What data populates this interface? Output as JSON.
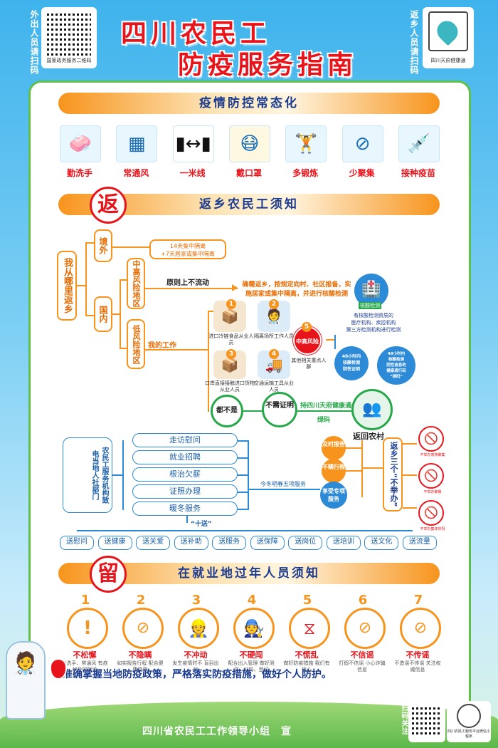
{
  "header": {
    "title_line1": "四川农民工",
    "title_line2": "防疫服务指南",
    "left_qr_side": "外出人员请扫码",
    "left_qr_caption": "国家政务服务二维码",
    "right_qr_side": "返乡人员请扫码",
    "right_qr_caption": "四川天府健康通"
  },
  "section1": {
    "banner": "疫情防控常态化",
    "items": [
      "勤洗手",
      "常通风",
      "一米线",
      "戴口罩",
      "多锻炼",
      "少聚集",
      "接种疫苗"
    ]
  },
  "section2": {
    "seal": "返",
    "banner": "返乡农民工须知",
    "origin": "我从哪里返乡",
    "abroad": "境外",
    "domestic": "国内",
    "abroad_rule": [
      "14天集中隔离",
      "+7天居家或集中隔离"
    ],
    "mid_high": "中高风险地区",
    "mid_high_rule": "原则上不流动",
    "mid_high_detail": [
      "确需返乡，按规定向村、社区报备，实",
      "施居家或集中隔离，并进行核酸检测"
    ],
    "low": "低风险地区",
    "my_work": "我的工作",
    "jobs": [
      {
        "n": "1",
        "t": "进口冷链食品从业人员"
      },
      {
        "n": "2",
        "t": "隔离场所工作人员"
      },
      {
        "n": "3",
        "t": "口岸直接接触进口货物从业人员"
      },
      {
        "n": "4",
        "t": "交通运输工具从业人员"
      },
      {
        "n": "5",
        "t": "其他相关重点人群"
      }
    ],
    "risk_badge": "中高风险",
    "lab_label": "核酸检测",
    "lab_desc": [
      "有核酸检测资质的",
      "医疗机构、疾控机构",
      "第三方检测机构进行检测"
    ],
    "test48a": [
      "48小时内",
      "核酸检测",
      "阴性证明"
    ],
    "test48b": [
      "48小时内",
      "核酸检测",
      "阴性信息的",
      "健康通行码",
      "“绿码”"
    ],
    "not_all": "都不是",
    "no_need": "不需证明",
    "health_code": "持四川天府健康通",
    "green_code": "绿码",
    "return_village": "返回农村",
    "services_title": "农民工服务机构致电当地人社部门",
    "services": [
      "走访慰问",
      "就业招聘",
      "根治欠薪",
      "证照办理",
      "暖冬服务"
    ],
    "five_services": "今冬明春五项服务",
    "enjoy": "享受专项服务",
    "timely": "及时报告",
    "no_travel": "不瞒行程",
    "shi_song": "“十送”",
    "ten_items": [
      "送慰问",
      "送健康",
      "送关爱",
      "送补助",
      "送服务",
      "送保障",
      "送岗位",
      "送培训",
      "送文化",
      "送流量"
    ],
    "three_no": "返乡三个“不举办”",
    "three_no_items": [
      "不举办家族聚集",
      "不举办聚餐",
      "不举办集体庆祝"
    ]
  },
  "section3": {
    "seal": "留",
    "banner": "在就业地过年人员须知",
    "items": [
      {
        "n": "1",
        "t": "不松懈",
        "s": "勤洗手、常通风 有症状及时就诊"
      },
      {
        "n": "2",
        "t": "不隐瞒",
        "s": "如实报告行程 配合健康监测"
      },
      {
        "n": "3",
        "t": "不冲动",
        "s": "发生疫情时不 盲目出行"
      },
      {
        "n": "4",
        "t": "不硬闯",
        "s": "配合出入管理 做好测温、扫码、登记"
      },
      {
        "n": "5",
        "t": "不慌乱",
        "s": "做好防疫措施 我们有信心"
      },
      {
        "n": "6",
        "t": "不信谣",
        "s": "打假不信谣 小心诈骗信息"
      },
      {
        "n": "7",
        "t": "不传谣",
        "s": "不造谣不传谣 关注权威信息"
      }
    ],
    "slogan": "准确掌握当地防疫政策，严格落实防疫措施，做好个人防护。"
  },
  "footer": {
    "org": "四川省农民工工作领导小组　宣",
    "qr_side": "扫码关注",
    "qr_caption": "四川农民工服务平台微信小程序"
  },
  "colors": {
    "red": "#e8141b",
    "orange": "#f7941d",
    "blue": "#2d8ad6",
    "green": "#27a84a",
    "navy": "#1a3b8f"
  }
}
